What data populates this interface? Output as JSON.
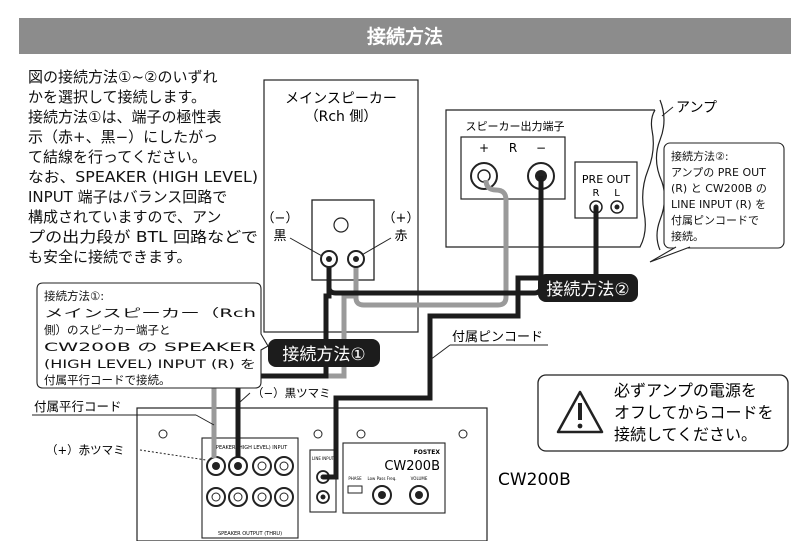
{
  "title": "接続方法",
  "intro": {
    "lines": [
      "図の接続方法①~②のいずれ",
      "かを選択して接続します。",
      "接続方法①は、端子の極性表",
      "示（赤+、黒−）にしたがっ",
      "て結線を行ってください。",
      "なお、SPEAKER (HIGH LEVEL)",
      "INPUT 端子はバランス回路で",
      "構成されていますので、アン",
      "プの出力段が BTL 回路などで",
      "も安全に接続できます。"
    ]
  },
  "main_speaker": {
    "label_line1": "メインスピーカー",
    "label_line2": "（Rch 側）",
    "neg_sign": "（−）",
    "neg_color": "黒",
    "pos_sign": "（+）",
    "pos_color": "赤"
  },
  "amp": {
    "label": "アンプ",
    "spk_out_label": "スピーカー出力端子",
    "plus": "+",
    "r": "R",
    "minus": "−",
    "preout_label": "PRE OUT",
    "preout_r": "R",
    "preout_l": "L"
  },
  "method2_note": {
    "lines": [
      "接続方法②:",
      "アンプの PRE OUT",
      "(R) と CW200B の",
      "LINE INPUT (R) を",
      "付属ピンコードで",
      "接続。"
    ]
  },
  "method1_note": {
    "lines": [
      "接続方法①:",
      "メインスピーカー（Rch",
      "側）のスピーカー端子と",
      "CW200B の SPEAKER",
      "(HIGH LEVEL) INPUT (R) を",
      "付属平行コードで接続。"
    ]
  },
  "badge1": "接続方法①",
  "badge2": "接続方法②",
  "pin_cord_label": "付属ピンコード",
  "parallel_cord_label": "付属平行コード",
  "black_knob_label": "（−）黒ツマミ",
  "red_knob_label": "（+）赤ツマミ",
  "warning": {
    "line1": "必ずアンプの電源を",
    "line2": "オフしてからコードを",
    "line3": "接続してください。"
  },
  "subwoofer": {
    "model_label": "CW200B",
    "brand": "FOSTEX",
    "panel_model": "CW200B",
    "spk_input_label": "SPEAKER (HIGH LEVEL) INPUT",
    "spk_output_label": "SPEAKER OUTPUT (THRU)",
    "line_input_label": "LINE INPUT",
    "phase_label": "PHASE",
    "lowpass_label": "Low Pass Freq.",
    "volume_label": "VOLUME"
  }
}
